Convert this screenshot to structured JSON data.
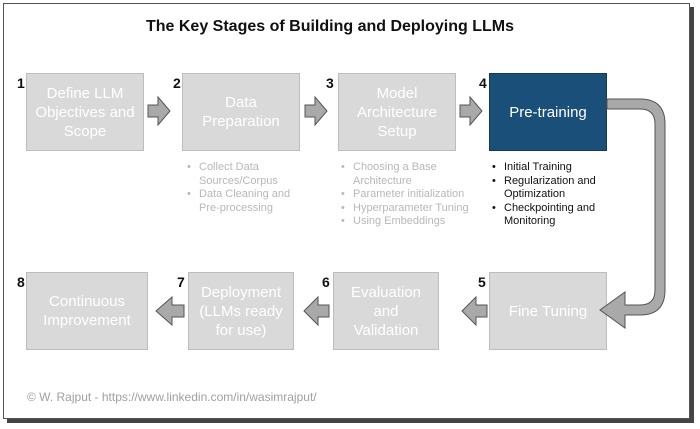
{
  "title": "The Key Stages of Building and Deploying LLMs",
  "stages": [
    {
      "number": "1",
      "label": "Define LLM Objectives and Scope",
      "bullets": []
    },
    {
      "number": "2",
      "label": "Data Preparation",
      "bullets": [
        "Collect Data Sources/Corpus",
        "Data Cleaning and Pre-processing"
      ]
    },
    {
      "number": "3",
      "label": "Model Architecture Setup",
      "bullets": [
        "Choosing a Base Architecture",
        "Parameter initialization",
        "Hyperparameter Tuning",
        "Using Embeddings"
      ]
    },
    {
      "number": "4",
      "label": "Pre-training",
      "bullets": [
        "Initial Training",
        "Regularization and Optimization",
        "Checkpointing and Monitoring"
      ]
    },
    {
      "number": "5",
      "label": "Fine Tuning",
      "bullets": []
    },
    {
      "number": "6",
      "label": "Evaluation and Validation",
      "bullets": []
    },
    {
      "number": "7",
      "label": "Deployment (LLMs ready for use)",
      "bullets": []
    },
    {
      "number": "8",
      "label": "Continuous Improvement",
      "bullets": []
    }
  ],
  "active_stage": "4",
  "colors": {
    "active": "#1a4f7a",
    "inactive": "#d9d9d9",
    "arrow": "#a9a9a9"
  },
  "credit": "© W. Rajput - https://www.linkedin.com/in/wasimrajput/"
}
